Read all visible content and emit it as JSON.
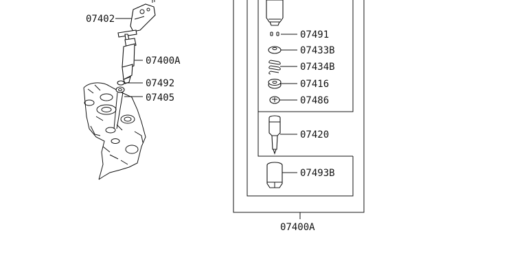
{
  "labels": {
    "p07402": "07402",
    "p07400a_left": "07400A",
    "p07492": "07492",
    "p07405": "07405",
    "p07491": "07491",
    "p07433b": "07433B",
    "p07434b": "07434B",
    "p07416": "07416",
    "p07486": "07486",
    "p07420": "07420",
    "p07493b": "07493B",
    "p07400a_bottom": "07400A"
  }
}
